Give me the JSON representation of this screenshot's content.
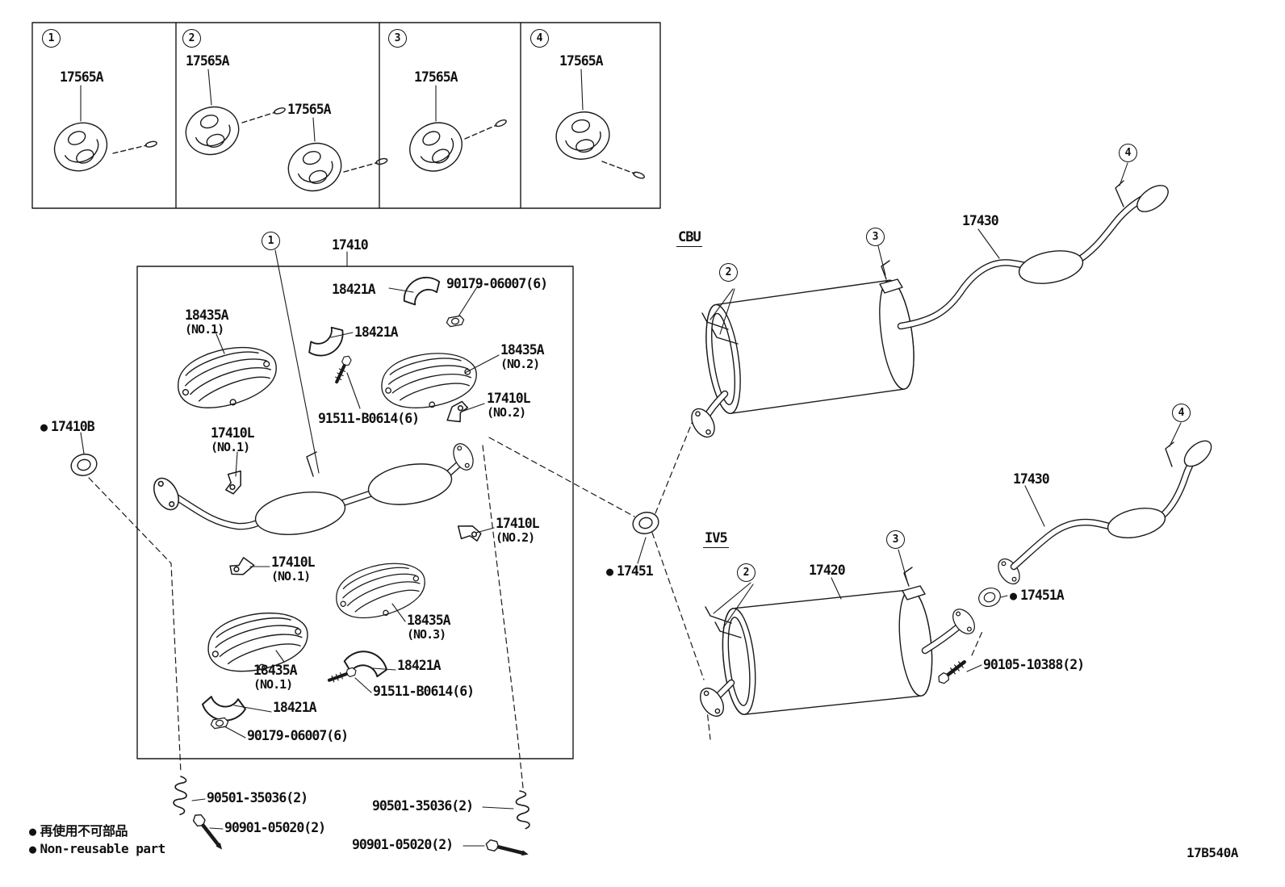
{
  "figure_code": "17B540A",
  "legend": {
    "bullet": "●",
    "jp": "再使用不可部品",
    "en": "Non-reusable part"
  },
  "hanger_panel": {
    "boxes": [
      {
        "callout": "1",
        "parts": [
          "17565A"
        ]
      },
      {
        "callout": "2",
        "parts": [
          "17565A",
          "17565A"
        ]
      },
      {
        "callout": "3",
        "parts": [
          "17565A"
        ]
      },
      {
        "callout": "4",
        "parts": [
          "17565A"
        ]
      }
    ]
  },
  "front_pipe": {
    "callout": "1",
    "part_no": "17410",
    "gasket": "17410B",
    "labels": [
      {
        "text": "18421A",
        "sub": ""
      },
      {
        "text": "90179-06007(6)",
        "sub": ""
      },
      {
        "text": "18435A",
        "sub": "(NO.1)"
      },
      {
        "text": "18421A",
        "sub": ""
      },
      {
        "text": "18435A",
        "sub": "(NO.2)"
      },
      {
        "text": "17410L",
        "sub": "(NO.2)"
      },
      {
        "text": "91511-B0614(6)",
        "sub": ""
      },
      {
        "text": "17410L",
        "sub": "(NO.1)"
      },
      {
        "text": "17410L",
        "sub": "(NO.2)"
      },
      {
        "text": "17410L",
        "sub": "(NO.1)"
      },
      {
        "text": "18435A",
        "sub": "(NO.3)"
      },
      {
        "text": "18421A",
        "sub": ""
      },
      {
        "text": "91511-B0614(6)",
        "sub": ""
      },
      {
        "text": "18435A",
        "sub": "(NO.1)"
      },
      {
        "text": "18421A",
        "sub": ""
      },
      {
        "text": "90179-06007(6)",
        "sub": ""
      }
    ]
  },
  "rear_cbu": {
    "variant": "CBU",
    "tailpipe": "17430",
    "callout_hanger_front": "2",
    "callout_bracket": "3",
    "callout_hanger_rear": "4"
  },
  "rear_iv5": {
    "variant": "IV5",
    "muffler": "17420",
    "tailpipe": "17430",
    "gasket": "17451",
    "gasket_rear": "17451A",
    "bolt": "90105-10388(2)",
    "callout_hanger_front": "2",
    "callout_bracket": "3",
    "callout_hanger_rear": "4"
  },
  "fasteners": {
    "left": {
      "spring": "90501-35036(2)",
      "bolt": "90901-05020(2)"
    },
    "right": {
      "spring": "90501-35036(2)",
      "bolt": "90901-05020(2)"
    }
  }
}
